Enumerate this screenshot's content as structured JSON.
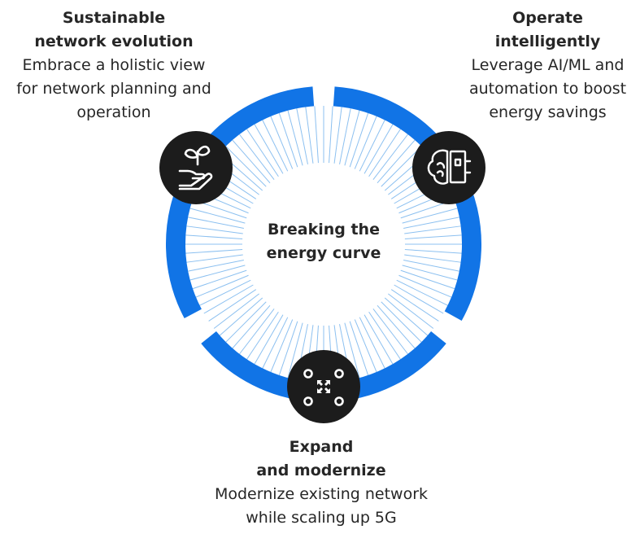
{
  "center": {
    "line1": "Breaking the",
    "line2": "energy curve"
  },
  "sections": [
    {
      "title_line1": "Sustainable",
      "title_line2": "network evolution",
      "desc_line1": "Embrace a holistic view",
      "desc_line2": "for network planning and",
      "desc_line3": "operation",
      "icon": "plant-in-hand-icon"
    },
    {
      "title_line1": "Operate",
      "title_line2": "intelligently",
      "desc_line1": "Leverage AI/ML and",
      "desc_line2": "automation to boost",
      "desc_line3": "energy savings",
      "icon": "brain-chip-icon"
    },
    {
      "title_line1": "Expand",
      "title_line2": "and modernize",
      "desc_line1": "Modernize existing network",
      "desc_line2": "while scaling up 5G",
      "icon": "expand-network-icon"
    }
  ],
  "colors": {
    "ring": "#1174e6",
    "rays": "#8cc0f0",
    "icon_bg": "#1c1c1c",
    "icon_fg": "#ffffff"
  }
}
